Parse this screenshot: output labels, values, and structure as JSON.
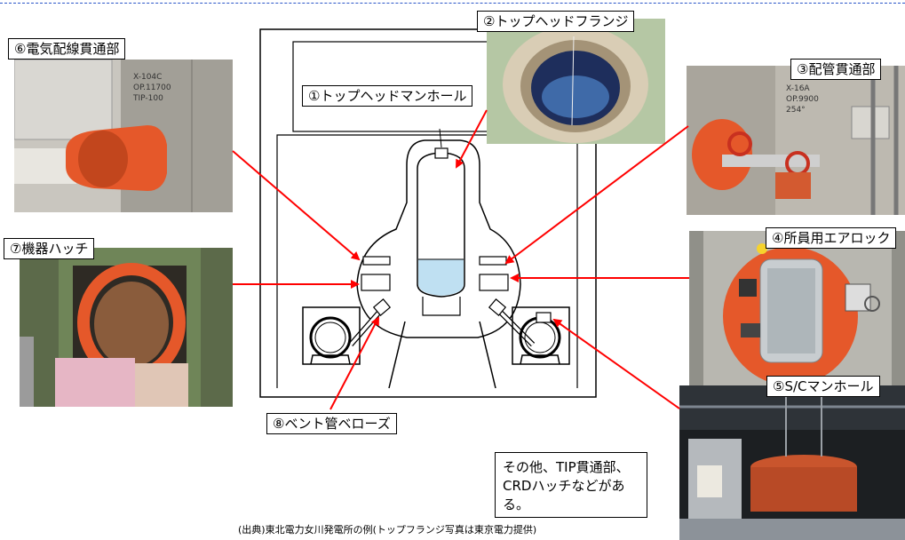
{
  "labels": {
    "l1": "①トップヘッドマンホール",
    "l2": "②トップヘッドフランジ",
    "l3": "③配管貫通部",
    "l4": "④所員用エアロック",
    "l5": "⑤S/Cマンホール",
    "l6": "⑥電気配線貫通部",
    "l7": "⑦機器ハッチ",
    "l8": "⑧ベント管ベローズ"
  },
  "note": "その他、TIP貫通部、CRDハッチなどがある。",
  "caption": "(出典)東北電力女川発電所の例(トップフランジ写真は東京電力提供)",
  "photo_texts": {
    "p6": [
      "X-104C",
      "OP.11700",
      "TIP-100"
    ],
    "p3": [
      "X-16A",
      "OP.9900",
      "254°"
    ]
  },
  "colors": {
    "arrow": "#ff0000",
    "orange": "#e5582a",
    "concrete": "#b8b4aa",
    "line": "#2a55c8"
  }
}
